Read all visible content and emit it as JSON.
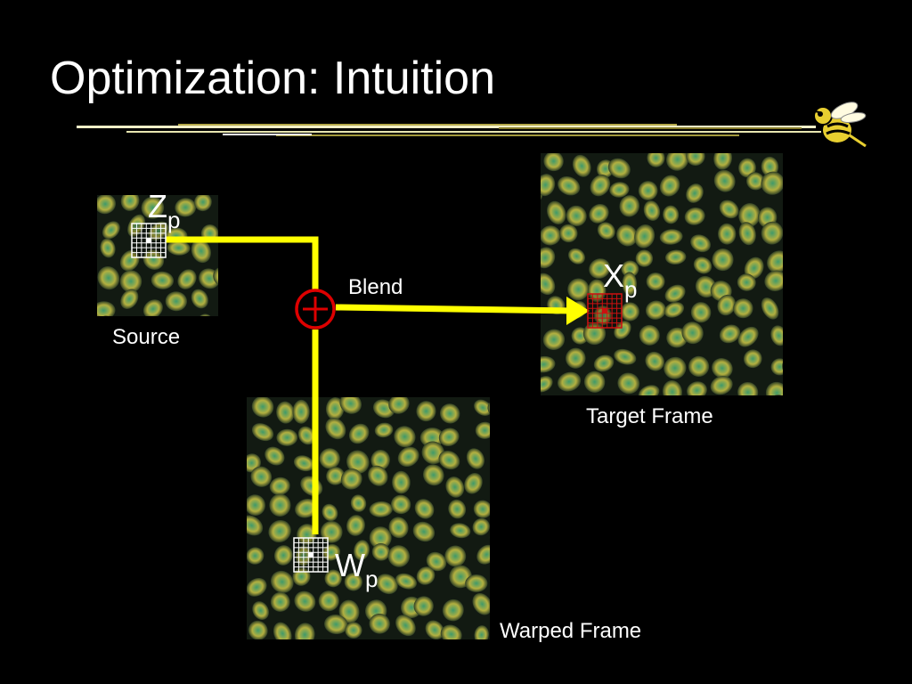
{
  "slide": {
    "title": "Optimization: Intuition"
  },
  "labels": {
    "source": "Source",
    "target": "Target Frame",
    "warped": "Warped Frame",
    "blend": "Blend"
  },
  "symbols": {
    "z": {
      "base": "Z",
      "sub": "p"
    },
    "x": {
      "base": "X",
      "sub": "p"
    },
    "w": {
      "base": "W",
      "sub": "p"
    }
  },
  "colors": {
    "background": "#000000",
    "connector": "#ffff00",
    "blend_circle": "#dd0000",
    "target_patch": "#cc1111",
    "source_patch": "#ffffff",
    "texture_dark": "#121a12",
    "texture_green": "#3f9a6a",
    "texture_yellow": "#b3b040",
    "mascot": "#e8cf30"
  },
  "icons": {
    "mascot": "yellow-jacket-icon",
    "blend": "circled-plus-icon",
    "arrowhead": "arrowhead-icon"
  }
}
